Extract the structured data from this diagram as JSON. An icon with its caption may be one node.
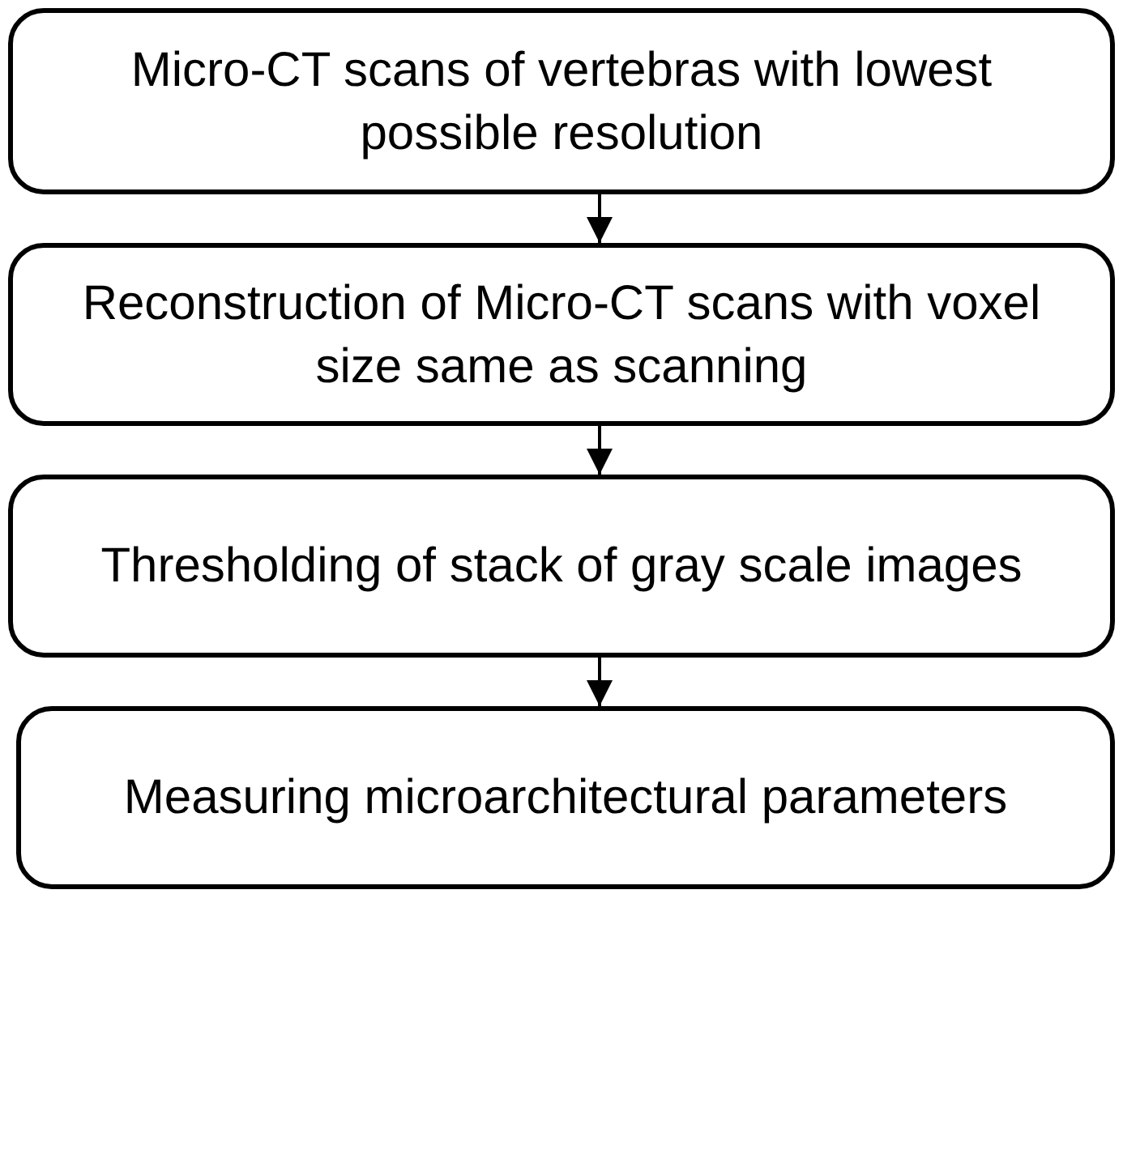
{
  "diagram": {
    "nodes": [
      {
        "text": [
          "Micro-CT scans of vertebras with lowest possible resolution"
        ]
      },
      {
        "text": [
          "Reconstruction of Micro-CT scans with voxel size same as scanning"
        ]
      },
      {
        "text": [
          "Thresholding of stack of gray scale images"
        ]
      },
      {
        "text": [
          "Measuring microarchitectural parameters"
        ]
      }
    ],
    "edges": [
      {
        "from": 0,
        "to": 1,
        "arrow": "to"
      },
      {
        "from": 1,
        "to": 2,
        "arrow": "to"
      },
      {
        "from": 2,
        "to": 3,
        "arrow": "to"
      }
    ]
  }
}
